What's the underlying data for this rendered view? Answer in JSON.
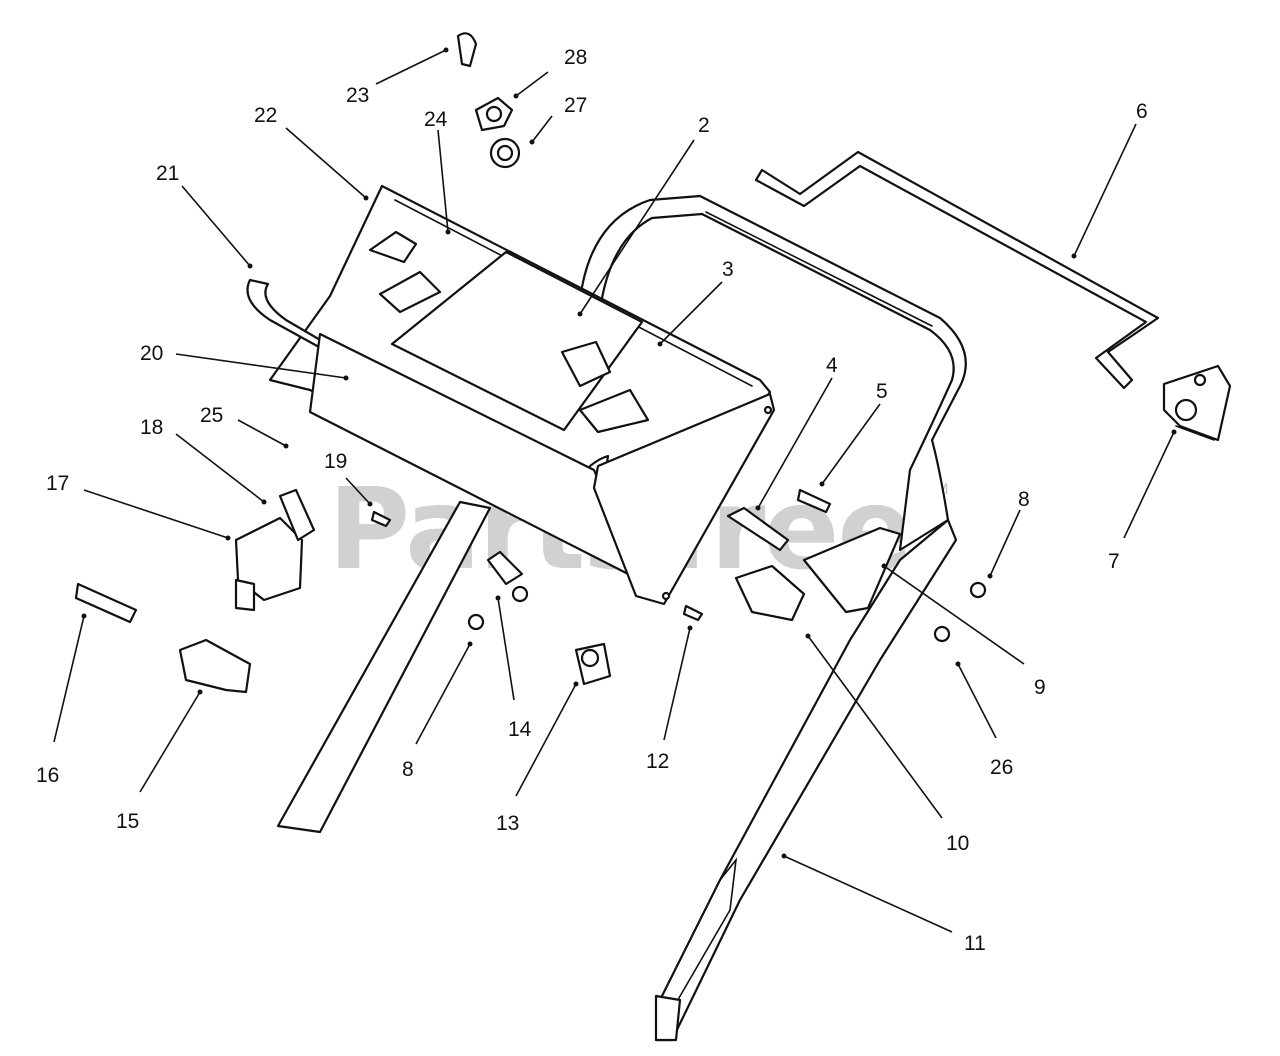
{
  "watermark": {
    "text": "PartsTree",
    "trademark": "TM",
    "color": "#9a9a9a"
  },
  "callouts": [
    {
      "id": "23",
      "label": "23"
    },
    {
      "id": "28",
      "label": "28"
    },
    {
      "id": "27",
      "label": "27"
    },
    {
      "id": "24",
      "label": "24"
    },
    {
      "id": "22",
      "label": "22"
    },
    {
      "id": "2",
      "label": "2"
    },
    {
      "id": "6",
      "label": "6"
    },
    {
      "id": "21",
      "label": "21"
    },
    {
      "id": "3",
      "label": "3"
    },
    {
      "id": "20",
      "label": "20"
    },
    {
      "id": "4",
      "label": "4"
    },
    {
      "id": "5",
      "label": "5"
    },
    {
      "id": "18",
      "label": "18"
    },
    {
      "id": "25",
      "label": "25"
    },
    {
      "id": "19",
      "label": "19"
    },
    {
      "id": "17",
      "label": "17"
    },
    {
      "id": "8a",
      "label": "8"
    },
    {
      "id": "7",
      "label": "7"
    },
    {
      "id": "9",
      "label": "9"
    },
    {
      "id": "14",
      "label": "14"
    },
    {
      "id": "12",
      "label": "12"
    },
    {
      "id": "26",
      "label": "26"
    },
    {
      "id": "16",
      "label": "16"
    },
    {
      "id": "8b",
      "label": "8"
    },
    {
      "id": "15",
      "label": "15"
    },
    {
      "id": "13",
      "label": "13"
    },
    {
      "id": "10",
      "label": "10"
    },
    {
      "id": "11",
      "label": "11"
    }
  ]
}
